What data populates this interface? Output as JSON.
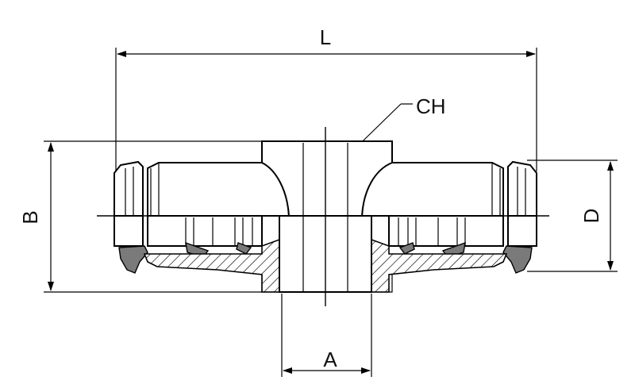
{
  "labels": {
    "overall_length": "L",
    "height": "B",
    "clamp_height": "D",
    "thread_width": "A",
    "hex": "CH"
  }
}
